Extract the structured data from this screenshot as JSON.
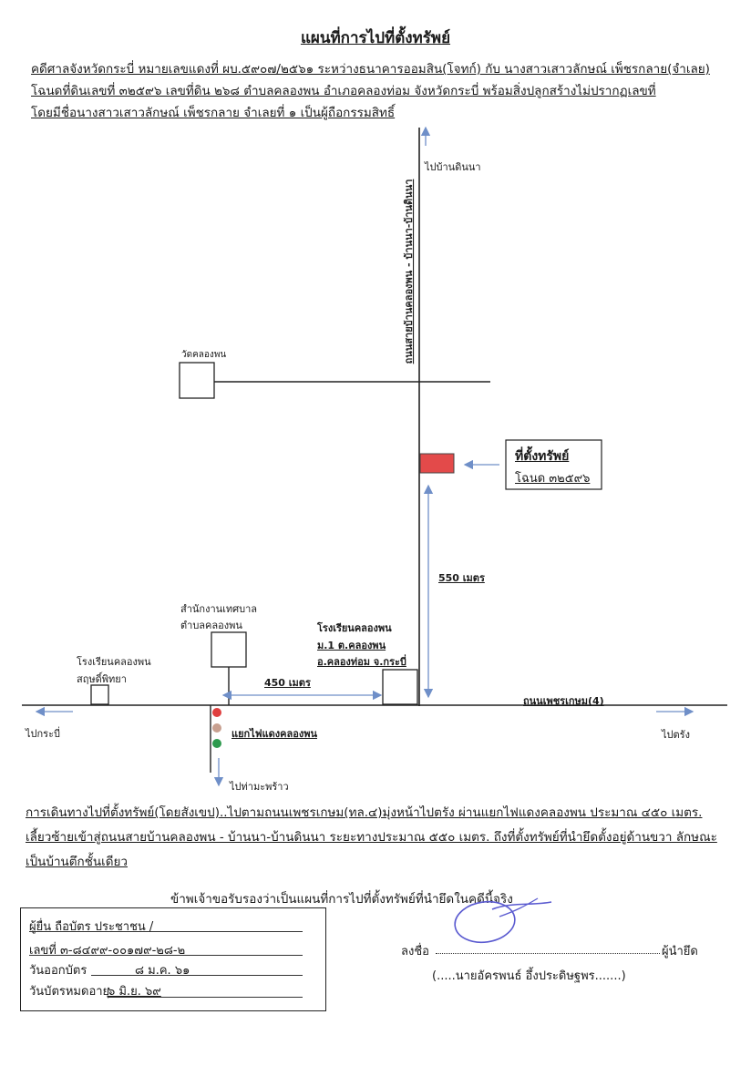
{
  "document": {
    "title": "แผนที่การไปที่ตั้งทรัพย์",
    "header_lines": [
      "คดีศาลจังหวัดกระบี่ หมายเลขแดงที่ ผบ.๕๙๐๗/๒๕๖๑ ระหว่างธนาคารออมสิน(โจทก์) กับ นางสาวเสาวลักษณ์ เพ็ชรกลาย(จำเลย)",
      "โฉนดที่ดินเลขที่ ๓๒๕๙๖ เลขที่ดิน ๒๖๘ ตำบลคลองพน อำเภอคลองท่อม จังหวัดกระบี่ พร้อมสิ่งปลูกสร้างไม่ปรากฏเลขที่",
      "โดยมีชื่อนางสาวเสาวลักษณ์ เพ็ชรกลาย จำเลยที่ ๑ เป็นผู้ถือกรรมสิทธิ์"
    ]
  },
  "map": {
    "to_ban_din_na": "ไปบ้านดินนา",
    "vertical_road": "ถนนสายบ้านคลองพน - บ้านนา-บ้านดินนา",
    "wat_khlong_phon": "วัดคลองพน",
    "property_label": "ที่ตั้งทรัพย์",
    "property_deed": "โฉนด ๓๒๕๙๖",
    "distance_vertical": "550 เมตร",
    "municipal_office_1": "สำนักงานเทศบาล",
    "municipal_office_2": "ตำบลคลองพน",
    "school_right_1": "โรงเรียนคลองพน",
    "school_right_2": "ม.1 ต.คลองพน",
    "school_right_3": "อ.คลองท่อม จ.กระบี่",
    "school_left_1": "โรงเรียนคลองพน",
    "school_left_2": "สฤษดิ์พิทยา",
    "distance_horizontal": "450 เมตร",
    "main_road": "ถนนเพชรเกษม(4)",
    "to_krabi": "ไปกระบี่",
    "to_trang": "ไปตรัง",
    "traffic_light": "แยกไฟแดงคลองพน",
    "to_tha_maphrao": "ไปท่ามะพร้าว",
    "colors": {
      "property": "#e34a4a",
      "arrow": "#6f8fc8",
      "light_red": "#e04040",
      "light_amber": "#c8a090",
      "light_green": "#2e9a4e"
    }
  },
  "directions": {
    "lines": [
      "การเดินทางไปที่ตั้งทรัพย์(โดยสังเขป)..ไปตามถนนเพชรเกษม(ทล.๔)มุ่งหน้าไปตรัง ผ่านแยกไฟแดงคลองพน ประมาณ ๔๕๐ เมตร.",
      "เลี้ยวซ้ายเข้าสู่ถนนสายบ้านคลองพน - บ้านนา-บ้านดินนา ระยะทางประมาณ ๕๕๐ เมตร. ถึงที่ตั้งทรัพย์ที่นำยึดตั้งอยู่ด้านขวา ลักษณะ",
      "เป็นบ้านตึกชั้นเดียว"
    ]
  },
  "certification": {
    "statement": "ข้าพเจ้าขอรับรองว่าเป็นแผนที่การไปที่ตั้งทรัพย์ที่นำยึดในคดีนี้จริง",
    "id_holder": "ผู้ยื่น ถือบัตร ประชาชน /",
    "id_number": "เลขที่ ๓-๘๔๙๙-๐๐๑๗๙-๒๘-๒",
    "issue_label": "วันออกบัตร",
    "issue_date": "๘ ม.ค. ๖๑",
    "expiry_label": "วันบัตรหมดอายุ",
    "expiry_date": "๖ มิ.ย. ๖๙",
    "signature_prefix": "ลงชื่อ",
    "signature_role": "ผู้นำยึด",
    "signer_name": "(.....นายอัครพนธ์ อึ้งประดิษฐพร.......)"
  }
}
